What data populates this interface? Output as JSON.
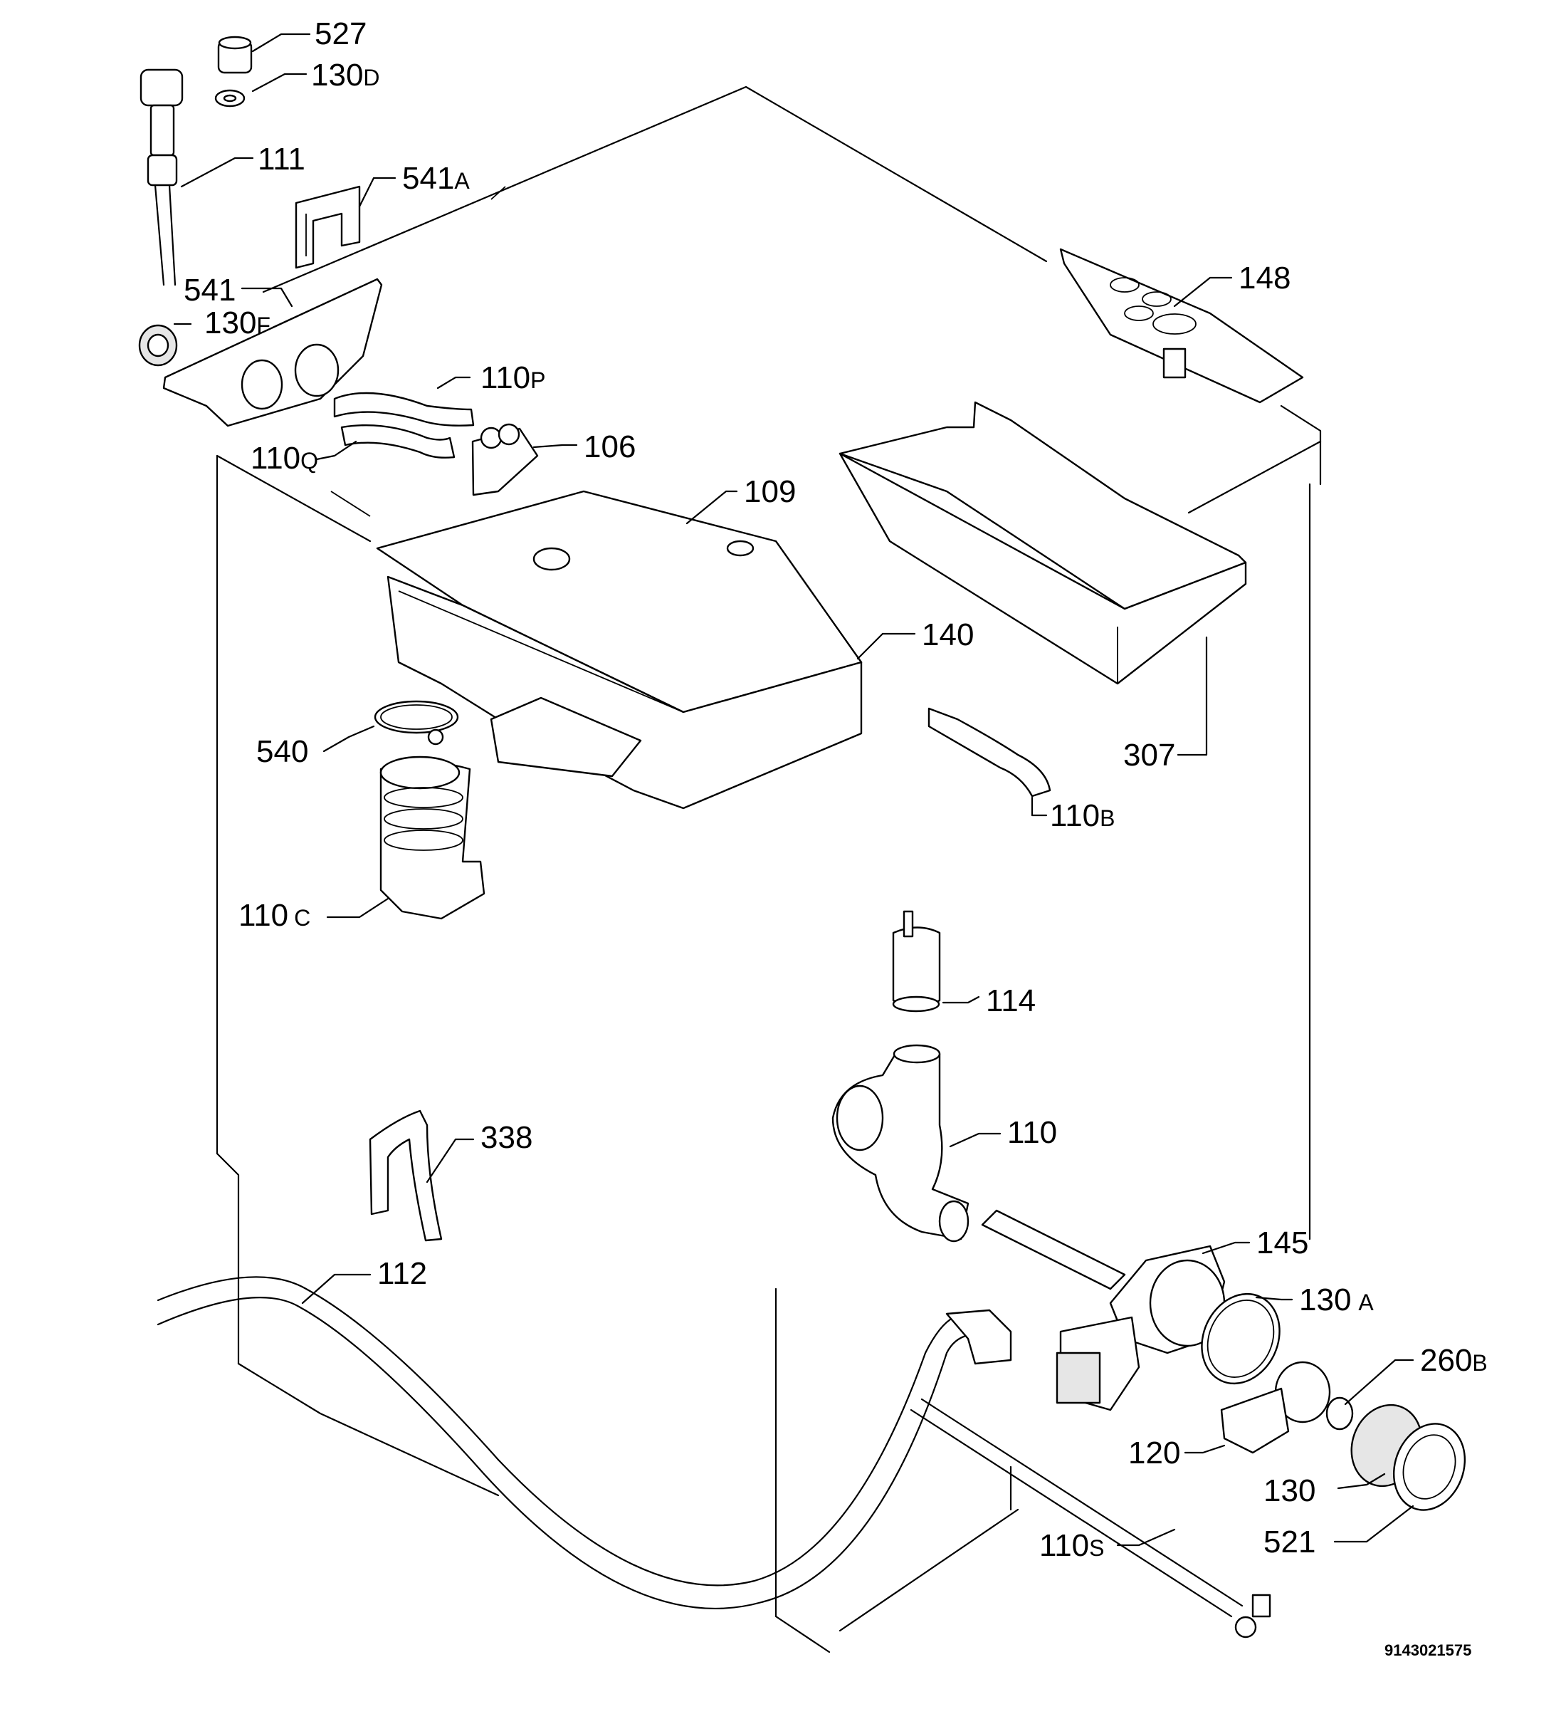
{
  "diagram": {
    "labels": {
      "l527": "527",
      "l130d": "130",
      "l130d_suffix": "D",
      "l111": "111",
      "l541a": "541",
      "l541a_suffix": "A",
      "l541": "541",
      "l130f": "130",
      "l130f_suffix": "F",
      "l110p": "110",
      "l110p_suffix": "P",
      "l110q": "110",
      "l110q_suffix": "Q",
      "l106": "106",
      "l109": "109",
      "l148": "148",
      "l140": "140",
      "l540": "540",
      "l307": "307",
      "l110b": "110",
      "l110b_suffix": "B",
      "l110c": "110",
      "l110c_suffix": "C",
      "l114": "114",
      "l110": "110",
      "l338": "338",
      "l112": "112",
      "l145": "145",
      "l130a": "130",
      "l130a_suffix": "A",
      "l260b": "260",
      "l260b_suffix": "B",
      "l120": "120",
      "l130": "130",
      "l521": "521",
      "l110s": "110",
      "l110s_suffix": "S"
    },
    "drawing_code": "9143021575"
  }
}
